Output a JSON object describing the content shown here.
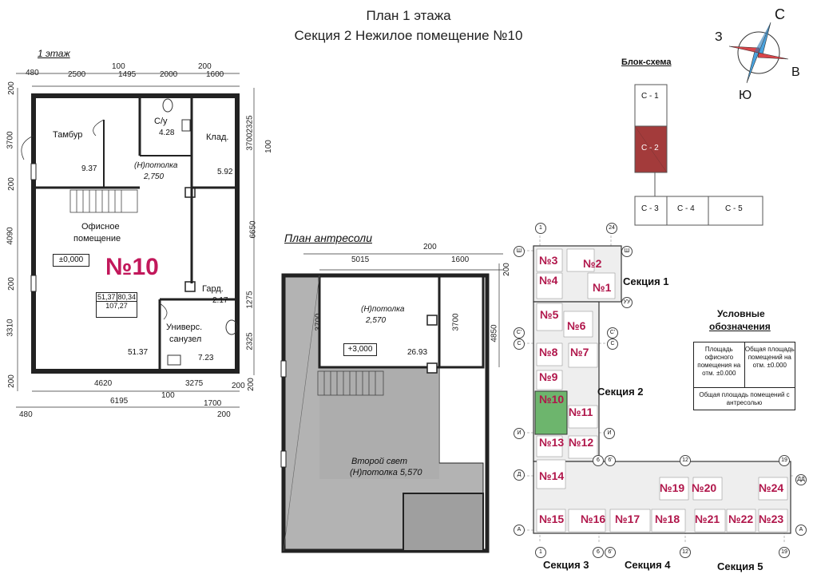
{
  "header": {
    "title_line1": "План 1 этажа",
    "title_line2": "Секция 2   Нежилое помещение №10"
  },
  "compass": {
    "n": "С",
    "e": "В",
    "s": "Ю",
    "w": "З"
  },
  "floor1": {
    "label": "1 этаж",
    "top_dims": [
      "100",
      "200"
    ],
    "top_dims2": [
      "480",
      "2500",
      "1495",
      "2000",
      "1600"
    ],
    "left_dims": [
      "200",
      "3700",
      "200",
      "4090",
      "200",
      "3310",
      "200"
    ],
    "right_dims": [
      "2325",
      "3700",
      "100",
      "6650",
      "1275",
      "2325",
      "200"
    ],
    "bottom_dims": [
      "4620",
      "3275",
      "200"
    ],
    "bottom_dims2": [
      "6195",
      "100",
      "1700",
      "200"
    ],
    "bottom_left": "480",
    "rooms": {
      "tambur": "Тамбур",
      "tambur_area": "9.37",
      "wc": "С/у",
      "wc_area": "4.28",
      "storage": "Клад.",
      "storage_area": "5.92",
      "ceiling_label": "(Н)потолка",
      "ceiling_value": "2,750",
      "office": "Офисное",
      "office2": "помещение",
      "level": "±0,000",
      "number": "№10",
      "area_a": "51,37",
      "area_b": "80,34",
      "area_total": "107,27",
      "wardrobe": "Гард.",
      "wardrobe_area": "2.17",
      "universal": "Универс.",
      "universal2": "санузел",
      "universal_area": "7.23",
      "office_area": "51.37"
    }
  },
  "mezzanine": {
    "label": "План антресоли",
    "dims_top": [
      "200",
      "5015",
      "1600",
      "200"
    ],
    "dims_left": "3700",
    "dims_right": [
      "3700",
      "4850"
    ],
    "ceiling_label": "(Н)потолка",
    "ceiling_value": "2,570",
    "level": "+3,000",
    "area": "26.93",
    "second_light": "Второй свет",
    "second_light_ceiling": "(Н)потолка 5,570"
  },
  "block_scheme": {
    "title": "Блок-схема",
    "sections": [
      "С - 1",
      "С - 2",
      "С - 3",
      "С - 4",
      "С - 5"
    ]
  },
  "legend": {
    "title1": "Условные",
    "title2": "обозначения",
    "cell1": "Площадь офисного помещения на отм. ±0.000",
    "cell2": "Общая площадь помещений на отм. ±0.000",
    "cell3": "Общая площадь помещений с антресолью"
  },
  "site_plan": {
    "section1": "Секция 1",
    "section2": "Секция 2",
    "section3": "Секция 3",
    "section4": "Секция 4",
    "section5": "Секция 5",
    "apartments": [
      "№3",
      "№2",
      "№4",
      "№1",
      "№5",
      "№6",
      "№8",
      "№7",
      "№9",
      "№10",
      "№11",
      "№13",
      "№12",
      "№14",
      "№15",
      "№16",
      "№17",
      "№18",
      "№19",
      "№20",
      "№21",
      "№22",
      "№23",
      "№24"
    ],
    "axes": [
      "1",
      "24",
      "Ш",
      "Ш",
      "УУ",
      "С'",
      "С'",
      "С",
      "С",
      "И",
      "И",
      "6",
      "6'",
      "12",
      "19",
      "Д",
      "ДД",
      "А",
      "А",
      "1",
      "6",
      "6'",
      "12",
      "19"
    ],
    "accent": "#6db56d",
    "highlight": "#a33b3b"
  }
}
